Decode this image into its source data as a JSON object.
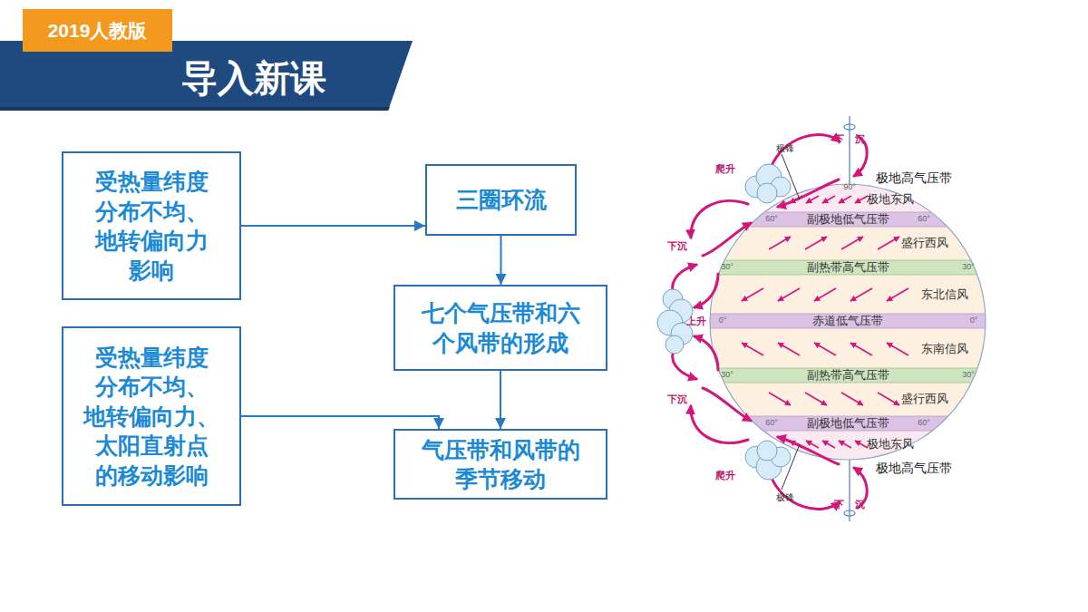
{
  "diagram": {
    "title": "导入新课",
    "nodes": [
      {
        "text": [
          "受热量纬度 分布不均、 地转偏向力 影响"
        ]
      },
      {
        "text": [
          "三圈环流"
        ]
      },
      {
        "text": [
          "七个气压带和六 个风带的形成"
        ]
      },
      {
        "text": [
          "受热量纬度 分布不均、 地转偏向力、 太阳直射点 的移动影响"
        ]
      },
      {
        "text": [
          "气压带和风带的 季节移动"
        ]
      }
    ],
    "edges": [
      {
        "from": 0,
        "to": 1,
        "arrow": "to"
      },
      {
        "from": 1,
        "to": 2,
        "arrow": "to"
      },
      {
        "from": 2,
        "to": 4,
        "arrow": "to"
      },
      {
        "from": 3,
        "to": 4,
        "arrow": "to"
      }
    ],
    "labels": [
      "2019人教版",
      "极锋",
      "下沉",
      "爬升",
      "90°",
      "极地高气压带",
      "极地东风",
      "60°",
      "副极地低气压带",
      "60°",
      "盛行西风",
      "下沉",
      "30°",
      "副热带高气压带",
      "30°",
      "东北信风",
      "上升",
      "0°",
      "赤道低气压带",
      "0°",
      "东南信风",
      "30°",
      "副热带高气压带",
      "30°",
      "下沉",
      "盛行西风",
      "60°",
      "副极地低气压带",
      "60°",
      "极地东风",
      "爬升",
      "极地高气压带",
      "极锋",
      "下沉"
    ]
  }
}
